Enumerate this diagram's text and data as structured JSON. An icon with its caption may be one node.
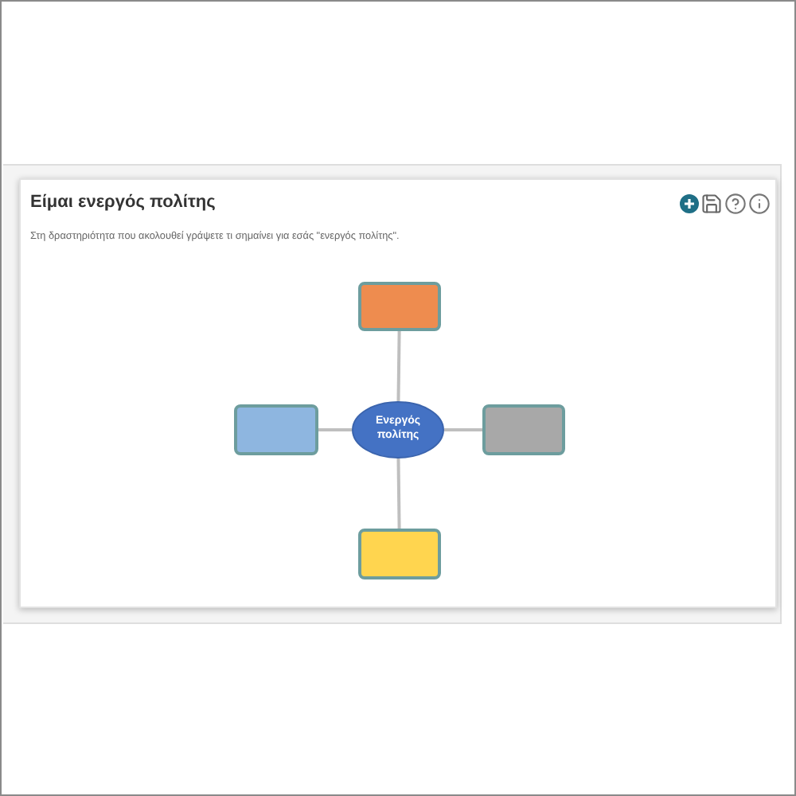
{
  "diagram": {
    "title": "Είμαι ενεργός πολίτης",
    "nodes": [
      {
        "text": [],
        "shape": "box"
      },
      {
        "text": [],
        "shape": "box"
      },
      {
        "text": [
          "Ενεργός πολίτης"
        ]
      },
      {
        "text": [],
        "shape": "box"
      },
      {
        "text": [],
        "shape": "box"
      }
    ],
    "edges": [
      {
        "from": 2,
        "to": 0,
        "arrow": "none"
      },
      {
        "from": 2,
        "to": 1,
        "arrow": "none"
      },
      {
        "from": 2,
        "to": 3,
        "arrow": "none"
      },
      {
        "from": 2,
        "to": 4,
        "arrow": "none"
      }
    ],
    "labels": [
      "Στη δραστηριότητα που ακολουθεί γράψετε τι σημαίνει για εσάς \"ενεργός πολίτης\"."
    ]
  }
}
